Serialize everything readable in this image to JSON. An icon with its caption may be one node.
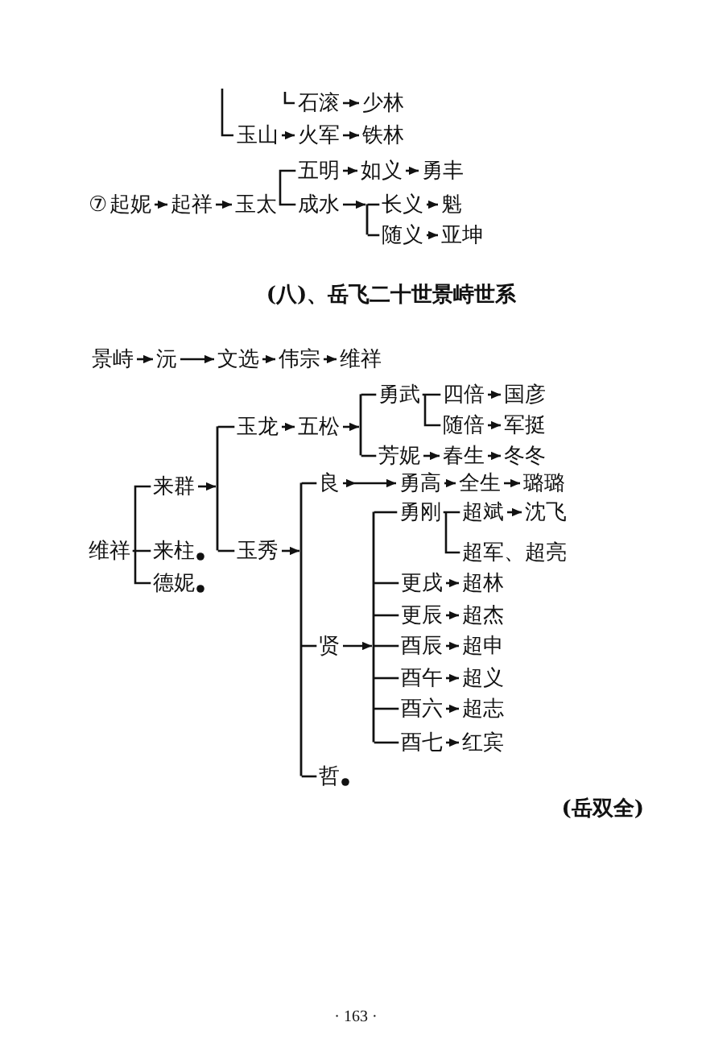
{
  "diagram": {
    "title": "(八)、岳飞二十世景峙世系",
    "nodes": [
      {
        "text": [
          "石滚"
        ]
      },
      {
        "text": [
          "少林"
        ]
      },
      {
        "text": [
          "玉山"
        ]
      },
      {
        "text": [
          "火军"
        ]
      },
      {
        "text": [
          "铁林"
        ]
      },
      {
        "text": [
          "起妮"
        ],
        "beside": [
          "⑦"
        ]
      },
      {
        "text": [
          "起祥"
        ]
      },
      {
        "text": [
          "玉太"
        ]
      },
      {
        "text": [
          "五明"
        ]
      },
      {
        "text": [
          "如义"
        ]
      },
      {
        "text": [
          "勇丰"
        ]
      },
      {
        "text": [
          "成水"
        ]
      },
      {
        "text": [],
        "shape": "bracket"
      },
      {
        "text": [
          "长义"
        ]
      },
      {
        "text": [
          "魁"
        ]
      },
      {
        "text": [
          "随义"
        ]
      },
      {
        "text": [
          "亚坤"
        ]
      },
      {
        "text": [
          "景峙"
        ]
      },
      {
        "text": [
          "沅"
        ]
      },
      {
        "text": [
          "文选"
        ]
      },
      {
        "text": [
          "伟宗"
        ]
      },
      {
        "text": [
          "维祥"
        ]
      },
      {
        "text": [
          "维祥"
        ]
      },
      {
        "text": [
          "来群"
        ]
      },
      {
        "text": [],
        "shape": "bracket"
      },
      {
        "text": [
          "玉龙"
        ]
      },
      {
        "text": [
          "五松"
        ]
      },
      {
        "text": [],
        "shape": "bracket"
      },
      {
        "text": [
          "勇武"
        ]
      },
      {
        "text": [
          "四倍"
        ]
      },
      {
        "text": [
          "国彦"
        ]
      },
      {
        "text": [
          "随倍"
        ]
      },
      {
        "text": [
          "军挺"
        ]
      },
      {
        "text": [
          "芳妮"
        ]
      },
      {
        "text": [
          "春生"
        ]
      },
      {
        "text": [
          "冬冬"
        ]
      },
      {
        "text": [
          "玉秀"
        ]
      },
      {
        "text": [],
        "shape": "bracket"
      },
      {
        "text": [
          "良"
        ]
      },
      {
        "text": [
          "勇高"
        ]
      },
      {
        "text": [
          "全生"
        ]
      },
      {
        "text": [
          "璐璐"
        ]
      },
      {
        "text": [
          "贤"
        ]
      },
      {
        "text": [],
        "shape": "bracket"
      },
      {
        "text": [
          "勇刚"
        ]
      },
      {
        "text": [
          "超斌"
        ]
      },
      {
        "text": [
          "沈飞"
        ]
      },
      {
        "text": [
          "超军、超亮"
        ]
      },
      {
        "text": [
          "更戌"
        ]
      },
      {
        "text": [
          "超林"
        ]
      },
      {
        "text": [
          "更辰"
        ]
      },
      {
        "text": [
          "超杰"
        ]
      },
      {
        "text": [
          "酉辰"
        ]
      },
      {
        "text": [
          "超申"
        ]
      },
      {
        "text": [
          "酉午"
        ]
      },
      {
        "text": [
          "超义"
        ]
      },
      {
        "text": [
          "酉六"
        ]
      },
      {
        "text": [
          "超志"
        ]
      },
      {
        "text": [
          "酉七"
        ]
      },
      {
        "text": [
          "红宾"
        ]
      },
      {
        "text": [
          "哲"
        ]
      },
      {
        "text": [
          "来柱"
        ]
      },
      {
        "text": [
          "德妮"
        ]
      }
    ],
    "edges": [
      {
        "from": null,
        "to": 2,
        "arrow": "none"
      },
      {
        "from": null,
        "to": 0,
        "arrow": "none"
      },
      {
        "from": 0,
        "to": 1,
        "arrow": "to"
      },
      {
        "from": 2,
        "to": 3,
        "arrow": "to"
      },
      {
        "from": 3,
        "to": 4,
        "arrow": "to"
      },
      {
        "from": 5,
        "to": 6,
        "arrow": "to"
      },
      {
        "from": 6,
        "to": 7,
        "arrow": "to"
      },
      {
        "from": 7,
        "to": 8,
        "arrow": "none"
      },
      {
        "from": 7,
        "to": 11,
        "arrow": "none"
      },
      {
        "from": 8,
        "to": 9,
        "arrow": "to"
      },
      {
        "from": 9,
        "to": 10,
        "arrow": "to"
      },
      {
        "from": 11,
        "to": 12,
        "arrow": "to"
      },
      {
        "from": 12,
        "to": 13,
        "arrow": "none"
      },
      {
        "from": 12,
        "to": 15,
        "arrow": "none"
      },
      {
        "from": 13,
        "to": 14,
        "arrow": "to"
      },
      {
        "from": 15,
        "to": 16,
        "arrow": "to"
      },
      {
        "from": 17,
        "to": 18,
        "arrow": "to"
      },
      {
        "from": 18,
        "to": 19,
        "arrow": "to"
      },
      {
        "from": 19,
        "to": 20,
        "arrow": "to"
      },
      {
        "from": 20,
        "to": 21,
        "arrow": "to"
      },
      {
        "from": 22,
        "to": 23,
        "arrow": "none"
      },
      {
        "from": 22,
        "to": 61,
        "arrow": "none"
      },
      {
        "from": 22,
        "to": 62,
        "arrow": "none"
      },
      {
        "from": 23,
        "to": 24,
        "arrow": "to"
      },
      {
        "from": 24,
        "to": 25,
        "arrow": "none"
      },
      {
        "from": 24,
        "to": 36,
        "arrow": "none"
      },
      {
        "from": 25,
        "to": 26,
        "arrow": "to"
      },
      {
        "from": 26,
        "to": 27,
        "arrow": "to"
      },
      {
        "from": 27,
        "to": 28,
        "arrow": "none"
      },
      {
        "from": 27,
        "to": 33,
        "arrow": "none"
      },
      {
        "from": 28,
        "to": 29,
        "arrow": "none"
      },
      {
        "from": 28,
        "to": 31,
        "arrow": "none"
      },
      {
        "from": 29,
        "to": 30,
        "arrow": "to"
      },
      {
        "from": 31,
        "to": 32,
        "arrow": "to"
      },
      {
        "from": 33,
        "to": 34,
        "arrow": "to"
      },
      {
        "from": 34,
        "to": 35,
        "arrow": "to"
      },
      {
        "from": 36,
        "to": 37,
        "arrow": "to"
      },
      {
        "from": 37,
        "to": 38,
        "arrow": "none"
      },
      {
        "from": 37,
        "to": 42,
        "arrow": "none"
      },
      {
        "from": 37,
        "to": 60,
        "arrow": "none"
      },
      {
        "from": 38,
        "to": 39,
        "arrow": "to"
      },
      {
        "from": 39,
        "to": 40,
        "arrow": "to"
      },
      {
        "from": 40,
        "to": 41,
        "arrow": "to"
      },
      {
        "from": 42,
        "to": 43,
        "arrow": "to"
      },
      {
        "from": 43,
        "to": 44,
        "arrow": "none"
      },
      {
        "from": 43,
        "to": 48,
        "arrow": "none"
      },
      {
        "from": 43,
        "to": 50,
        "arrow": "none"
      },
      {
        "from": 43,
        "to": 52,
        "arrow": "none"
      },
      {
        "from": 43,
        "to": 54,
        "arrow": "none"
      },
      {
        "from": 43,
        "to": 56,
        "arrow": "none"
      },
      {
        "from": 43,
        "to": 58,
        "arrow": "none"
      },
      {
        "from": 44,
        "to": 45,
        "arrow": "none"
      },
      {
        "from": 44,
        "to": 47,
        "arrow": "none"
      },
      {
        "from": 45,
        "to": 46,
        "arrow": "to"
      },
      {
        "from": 48,
        "to": 49,
        "arrow": "to"
      },
      {
        "from": 50,
        "to": 51,
        "arrow": "to"
      },
      {
        "from": 52,
        "to": 53,
        "arrow": "to"
      },
      {
        "from": 54,
        "to": 55,
        "arrow": "to"
      },
      {
        "from": 56,
        "to": 57,
        "arrow": "to"
      },
      {
        "from": 58,
        "to": 59,
        "arrow": "to"
      }
    ],
    "labels": [
      "(岳双全)",
      "· 163 ·"
    ]
  }
}
